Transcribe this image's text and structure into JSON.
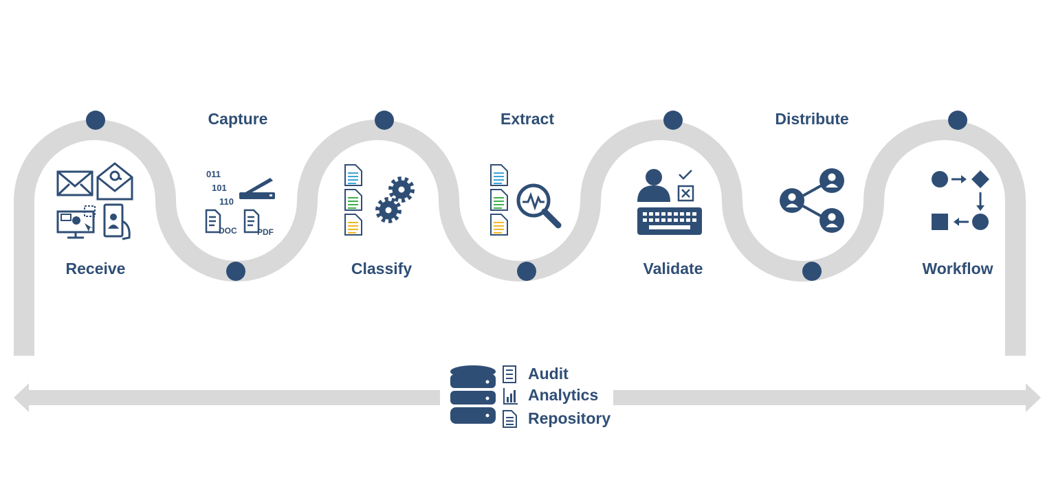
{
  "stages": [
    {
      "label": "Receive"
    },
    {
      "label": "Capture"
    },
    {
      "label": "Classify"
    },
    {
      "label": "Extract"
    },
    {
      "label": "Validate"
    },
    {
      "label": "Distribute"
    },
    {
      "label": "Workflow"
    }
  ],
  "capture_icon": {
    "binary": [
      "011",
      "101",
      "110"
    ],
    "doc_tag": "DOC",
    "pdf_tag": "PDF"
  },
  "repository": {
    "items": [
      "Audit",
      "Analytics",
      "Repository"
    ]
  },
  "colors": {
    "accent": "#2f4e75",
    "track": "#d9d9d9",
    "doc_blue": "#3aa3d8",
    "doc_green": "#3cb14a",
    "doc_yellow": "#f2b825"
  }
}
